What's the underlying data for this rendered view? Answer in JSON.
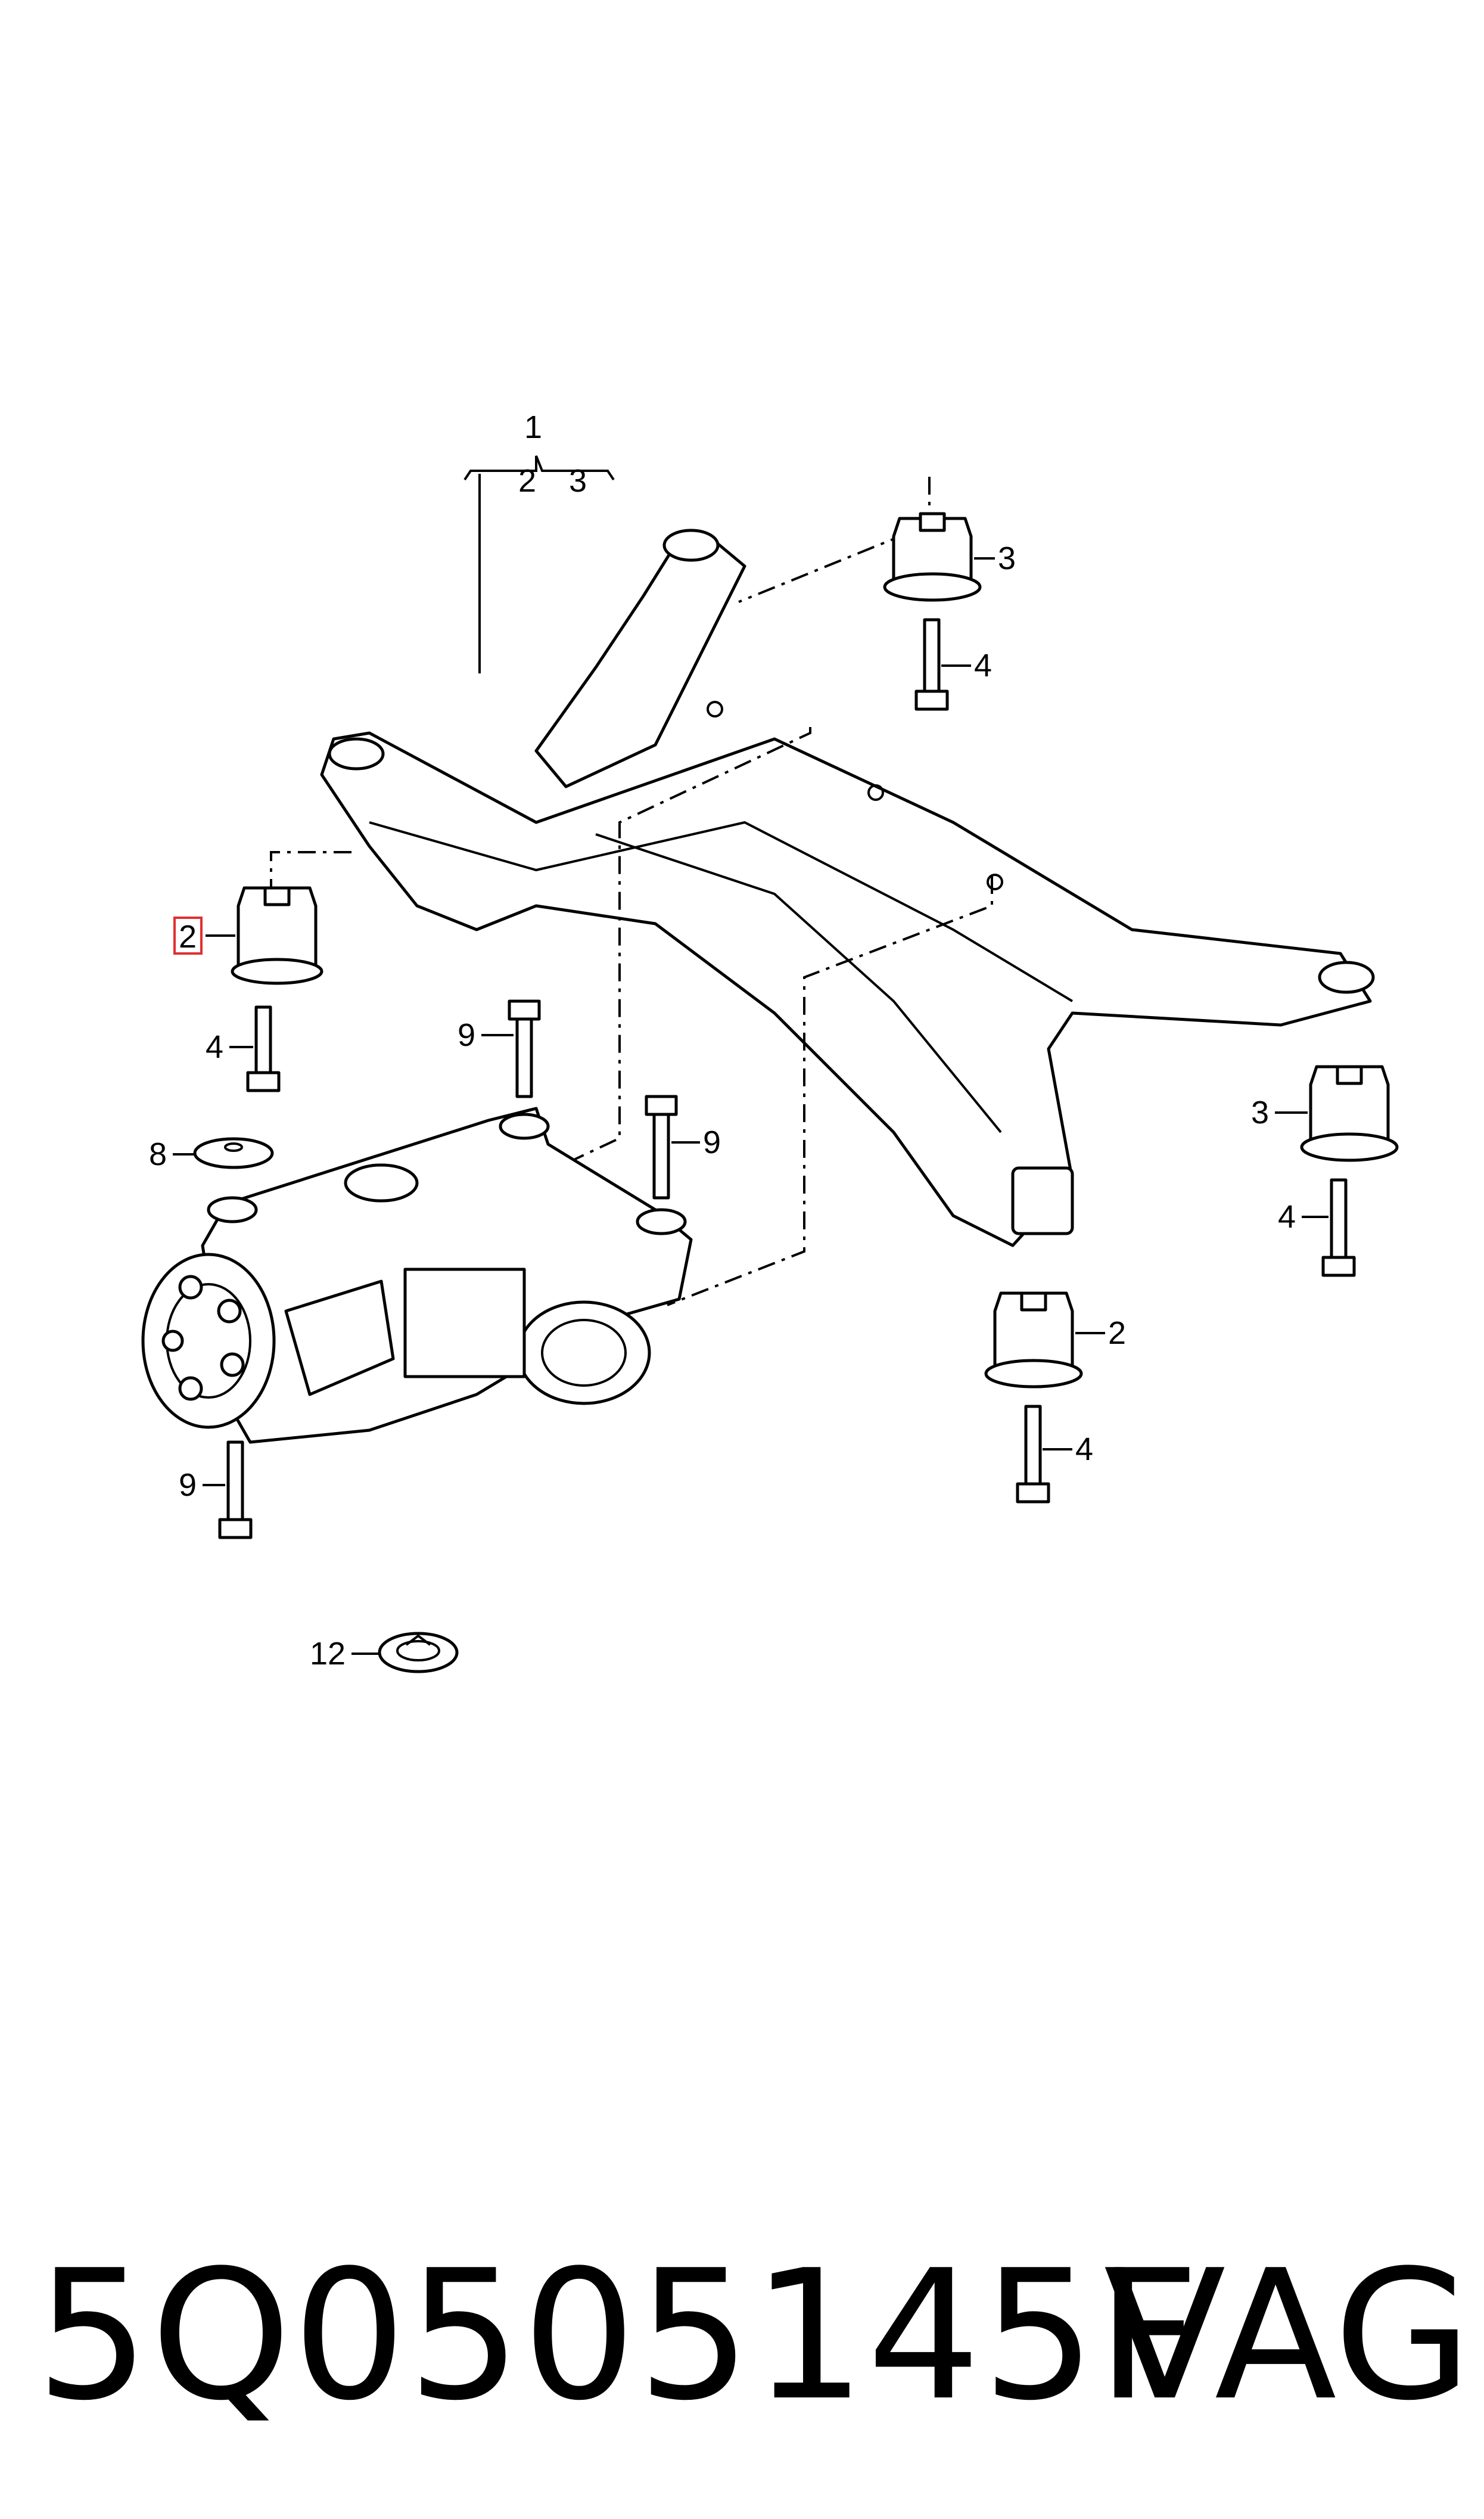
{
  "diagram": {
    "assembly_label": "1",
    "assembly_sub_labels": [
      "2",
      "3"
    ],
    "callouts": {
      "c2_left_highlighted": "2",
      "c2_right": "2",
      "c3_top": "3",
      "c3_right": "3",
      "c4_top": "4",
      "c4_left": "4",
      "c4_right": "4",
      "c4_bottom": "4",
      "c8": "8",
      "c9_top_left": "9",
      "c9_top_right": "9",
      "c9_bottom": "9",
      "c12": "12"
    },
    "highlight_color": "#e03030"
  },
  "footer": {
    "part_number": "5Q0505145F",
    "brand": "VAG"
  }
}
